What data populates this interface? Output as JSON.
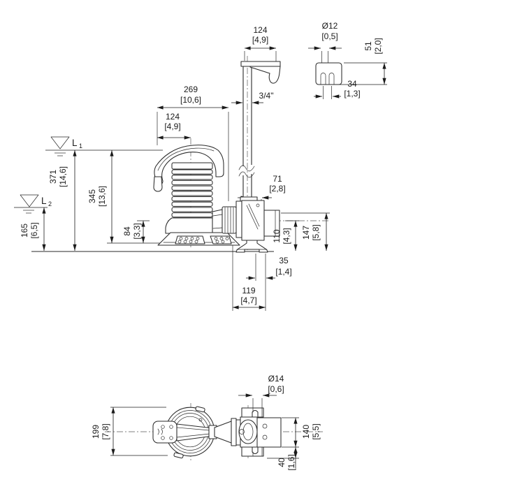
{
  "page": {
    "background": "#ffffff",
    "line_color": "#2a2a2a",
    "text_color": "#1b1b1b"
  },
  "side_view": {
    "levels": {
      "l1": {
        "letter": "L",
        "sub": "1"
      },
      "l2": {
        "letter": "L",
        "sub": "2"
      }
    },
    "dims": {
      "bracket_width": {
        "mm": "124",
        "in": "[4,9]"
      },
      "overall_width": {
        "mm": "269",
        "in": "[10,6]"
      },
      "handle_to_center": {
        "mm": "124",
        "in": "[4,9]"
      },
      "pipe_thread": "3/4\"",
      "level1_depth": {
        "mm": "371",
        "in": "[14,6]"
      },
      "level2_depth": {
        "mm": "165",
        "in": "[6,5]"
      },
      "pump_height": {
        "mm": "345",
        "in": "[13,6]"
      },
      "outlet_to_base": {
        "mm": "84",
        "in": "[3,3]"
      },
      "valve_width": {
        "mm": "71",
        "in": "[2,8]"
      },
      "outlet_height": {
        "mm": "110",
        "in": "[4,3]"
      },
      "valve_height": {
        "mm": "147",
        "in": "[5,8]"
      },
      "foot_offset": {
        "mm": "35",
        "in": "[1,4]"
      },
      "valve_depth": {
        "mm": "119",
        "in": "[4,7]"
      }
    },
    "clamp_detail": {
      "slot_dia": {
        "mm": "Ø12",
        "in": "[0,5]"
      },
      "height": {
        "mm": "51",
        "in": "[2,0]"
      },
      "slot_spacing": {
        "mm": "34",
        "in": "[1,3]"
      }
    }
  },
  "top_view": {
    "dims": {
      "hole_dia": {
        "mm": "Ø14",
        "in": "[0,6]"
      },
      "pump_dia": {
        "mm": "199",
        "in": "[7,8]"
      },
      "bracket_height": {
        "mm": "140",
        "in": "[5,5]"
      },
      "bracket_offset": {
        "mm": "40",
        "in": "[1,6]"
      }
    }
  }
}
